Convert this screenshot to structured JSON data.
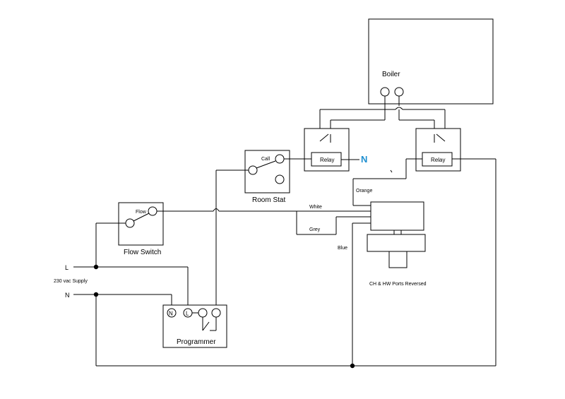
{
  "colors": {
    "line": "#000000",
    "neutral_label": "#1f8fd0",
    "background": "#ffffff"
  },
  "boiler": {
    "label": "Boiler"
  },
  "relays": {
    "left_label": "Relay",
    "right_label": "Relay",
    "neutral_mark": "N"
  },
  "room_stat": {
    "label": "Room Stat",
    "call_label": "Call"
  },
  "flow_switch": {
    "label": "Flow Switch",
    "flow_label": "Flow"
  },
  "supply": {
    "live": "L",
    "neutral": "N",
    "caption": "230 vac Supply"
  },
  "programmer": {
    "label": "Programmer",
    "terminal_n": "N",
    "terminal_l": "L"
  },
  "valve": {
    "wire_orange": "Orange",
    "wire_white": "White",
    "wire_grey": "Grey",
    "wire_blue": "Blue",
    "note": "CH & HW Ports Reversed"
  }
}
